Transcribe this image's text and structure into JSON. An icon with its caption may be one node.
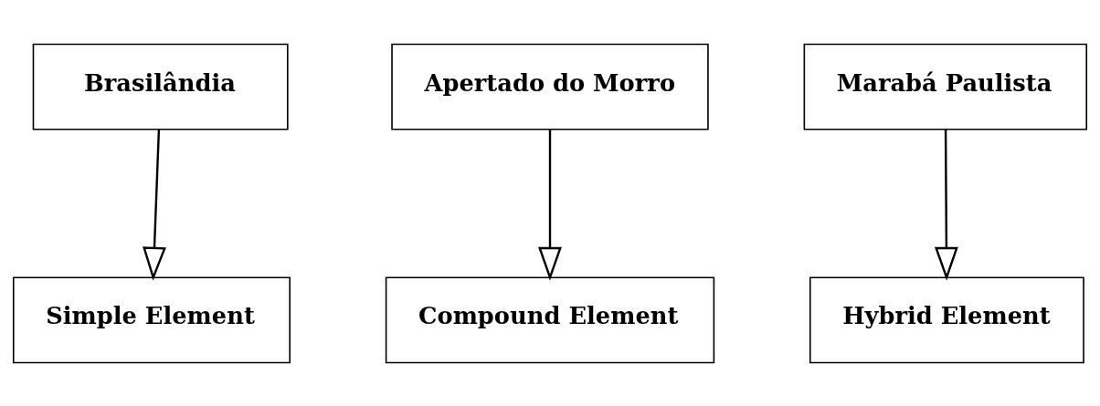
{
  "diagram": {
    "nodes": [
      {
        "text": [
          "Brasilândia"
        ]
      },
      {
        "text": [
          "Apertado do Morro"
        ]
      },
      {
        "text": [
          "Marabá Paulista"
        ]
      },
      {
        "text": [
          "Simple Element"
        ]
      },
      {
        "text": [
          "Compound Element"
        ]
      },
      {
        "text": [
          "Hybrid Element"
        ]
      }
    ],
    "edges": [
      {
        "from": 0,
        "to": 3,
        "arrow": "to"
      },
      {
        "from": 1,
        "to": 4,
        "arrow": "to"
      },
      {
        "from": 2,
        "to": 5,
        "arrow": "to"
      }
    ]
  }
}
